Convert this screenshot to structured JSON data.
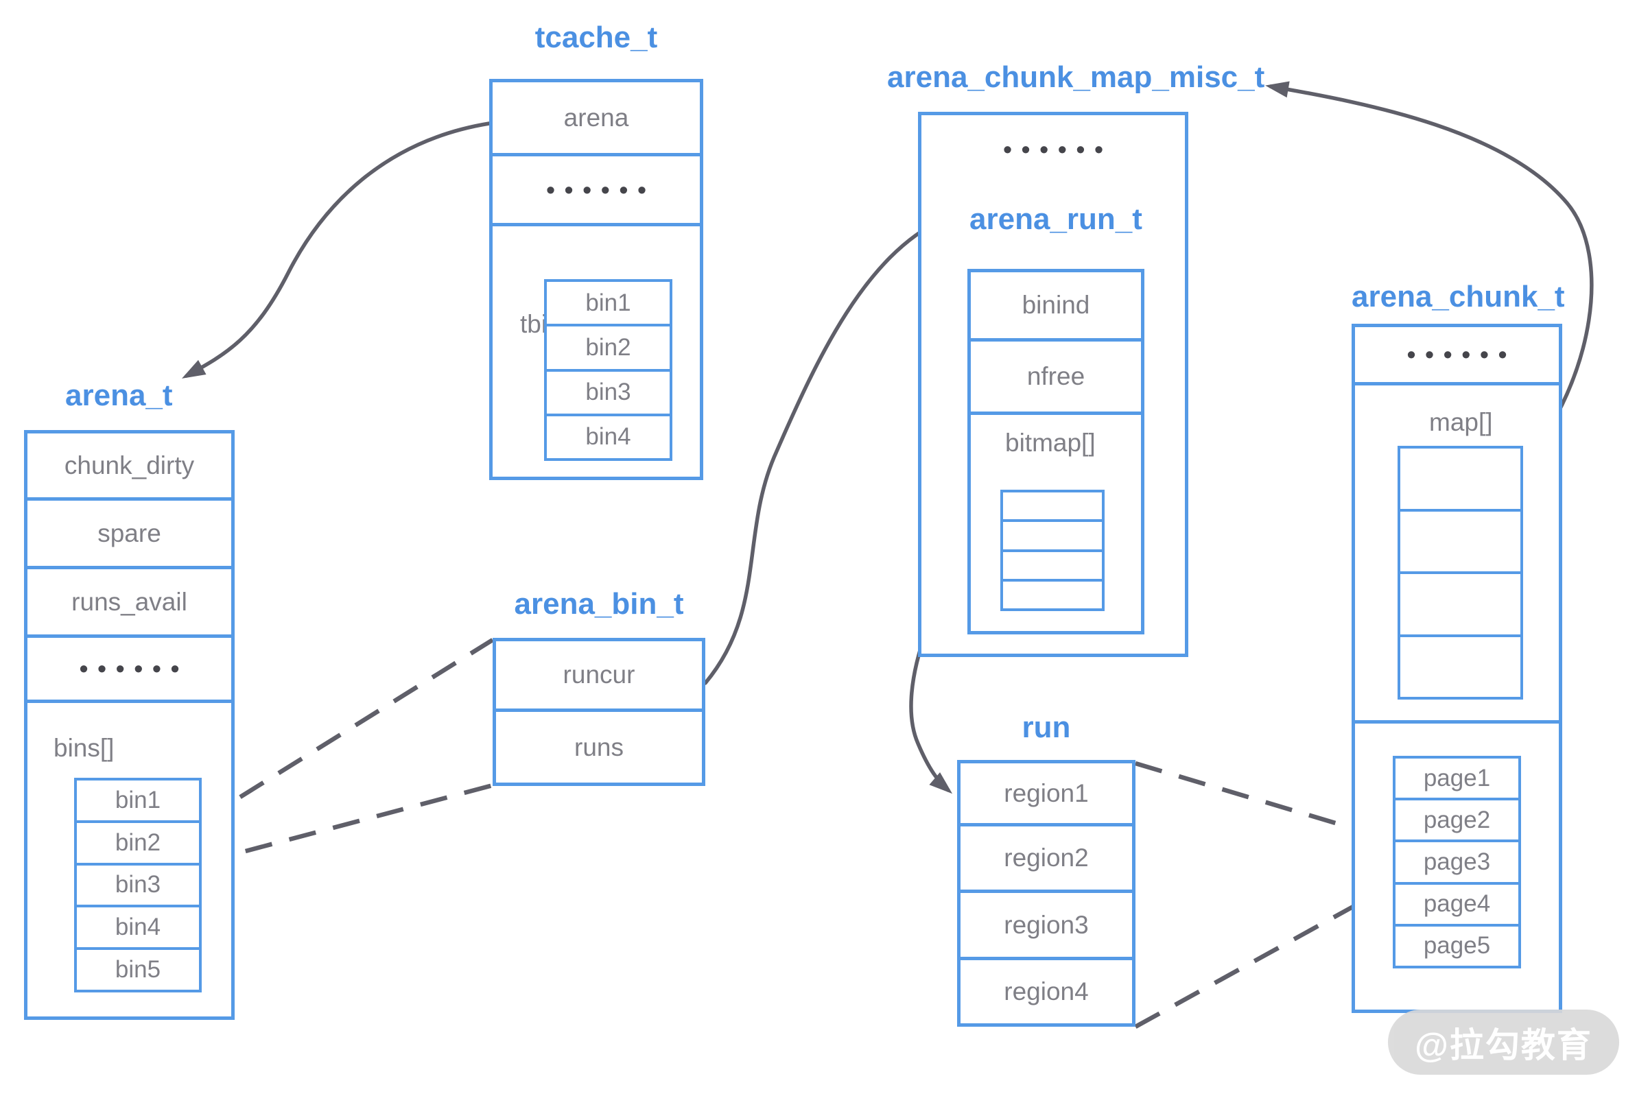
{
  "colors": {
    "box_border_blue": "#559ae6",
    "title_blue": "#4b90e2",
    "field_text_gray": "#7f7f86",
    "dots_gray": "#45454b",
    "connector_gray": "#5f5f69",
    "watermark_bg": "#d9d9d9",
    "watermark_text": "#ffffff"
  },
  "tcache": {
    "title": "tcache_t",
    "field_arena": "arena",
    "dots": "••••••",
    "tbins_label": "tbins[]",
    "bins": [
      "bin1",
      "bin2",
      "bin3",
      "bin4"
    ]
  },
  "arena": {
    "title": "arena_t",
    "fields": [
      "chunk_dirty",
      "spare",
      "runs_avail"
    ],
    "dots": "••••••",
    "bins_label": "bins[]",
    "bins": [
      "bin1",
      "bin2",
      "bin3",
      "bin4",
      "bin5"
    ]
  },
  "arena_bin": {
    "title": "arena_bin_t",
    "fields": [
      "runcur",
      "runs"
    ]
  },
  "chunk_map_misc": {
    "title": "arena_chunk_map_misc_t",
    "dots": "••••••",
    "arena_run": {
      "title": "arena_run_t",
      "fields": [
        "binind",
        "nfree"
      ],
      "bitmap_label": "bitmap[]",
      "bitmap_slots": 4
    }
  },
  "run": {
    "title": "run",
    "regions": [
      "region1",
      "region2",
      "region3",
      "region4"
    ]
  },
  "arena_chunk": {
    "title": "arena_chunk_t",
    "dots": "••••••",
    "map_label": "map[]",
    "map_slots": 4,
    "pages": [
      "page1",
      "page2",
      "page3",
      "page4",
      "page5"
    ]
  },
  "watermark": {
    "text": "@拉勾教育"
  }
}
